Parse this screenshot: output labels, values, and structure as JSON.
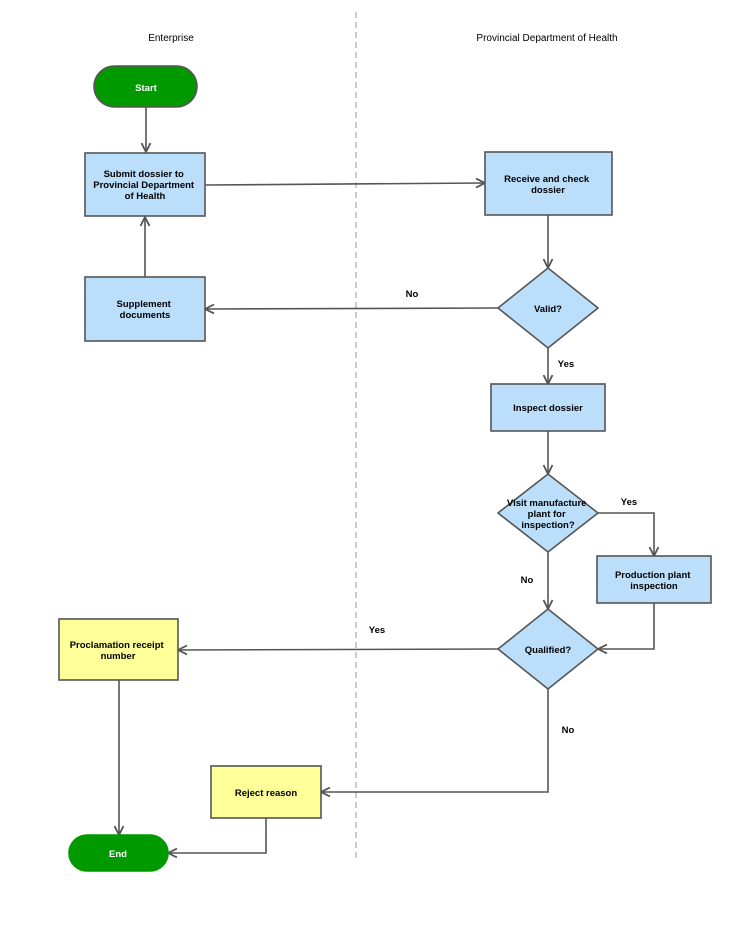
{
  "lanes": {
    "left": "Enterprise",
    "right": "Provincial Department of Health"
  },
  "colors": {
    "process_fill": "#bbdefb",
    "decision_fill": "#bbdefb",
    "terminal_fill": "#009900",
    "result_fill": "#ffff99",
    "stroke": "#555555",
    "divider": "#bbbbbb"
  },
  "nodes": {
    "start": "Start",
    "submit": [
      "Submit dossier to",
      "Provincial Department",
      "of Health"
    ],
    "receive": [
      "Receive and check",
      "dossier"
    ],
    "valid": "Valid?",
    "supplement": [
      "Supplement",
      "documents"
    ],
    "inspect": "Inspect dossier",
    "visit": [
      "Visit manufacture",
      "plant for",
      "inspection?"
    ],
    "production": [
      "Production plant",
      "inspection"
    ],
    "qualified": "Qualified?",
    "proclamation": [
      "Proclamation receipt",
      "number"
    ],
    "reject": "Reject reason",
    "end": "End"
  },
  "edge_labels": {
    "valid_no": "No",
    "valid_yes": "Yes",
    "visit_yes": "Yes",
    "visit_no": "No",
    "qualified_yes": "Yes",
    "qualified_no": "No"
  }
}
